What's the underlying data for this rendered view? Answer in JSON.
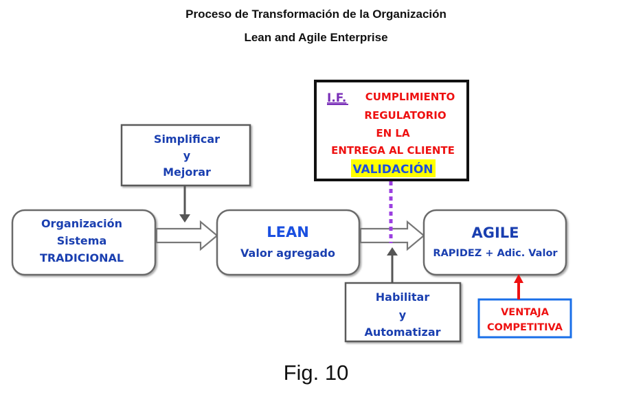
{
  "title": {
    "line1": "Proceso de Transformación de la Organización",
    "line2": "Lean and Agile Enterprise"
  },
  "nodes": {
    "traditional": {
      "lines": [
        "Organización",
        "Sistema",
        "TRADICIONAL"
      ]
    },
    "simplify": {
      "lines": [
        "Simplificar",
        "y",
        "Mejorar"
      ]
    },
    "lean": {
      "title": "LEAN",
      "subtitle": "Valor agregado"
    },
    "agile": {
      "title": "AGILE",
      "subtitle": "RAPIDEZ + Adic. Valor"
    },
    "enable": {
      "lines": [
        "Habilitar",
        "y",
        "Automatizar"
      ]
    },
    "advantage": {
      "lines": [
        "VENTAJA",
        "COMPETITIVA"
      ]
    },
    "compliance": {
      "tag": "I.F.",
      "lines": [
        "CUMPLIMIENTO",
        "REGULATORIO",
        "EN LA",
        "ENTREGA AL CLIENTE"
      ],
      "highlight": "VALIDACIÓN"
    }
  },
  "colors": {
    "blue_text": "#1a3fb0",
    "red_text": "#ee1111",
    "purple": "#9b3fe0",
    "highlight": "#ffff00",
    "validation_text": "#1a4fe0",
    "advantage_border": "#1a6fe8"
  },
  "caption": "Fig. 10"
}
